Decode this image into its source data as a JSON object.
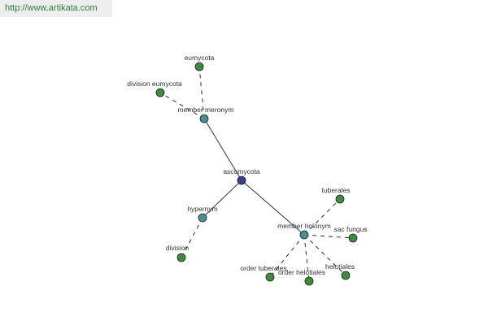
{
  "url_link": "http://www.artikata.com",
  "colors": {
    "center": "#3b3b8f",
    "relation": "#4a8f96",
    "leaf": "#3f8a3f",
    "edge": "#333333"
  },
  "nodes": [
    {
      "id": "ascomycota",
      "label": "ascomycota",
      "kind": "center"
    },
    {
      "id": "member-meronym",
      "label": "member meronym",
      "kind": "relation"
    },
    {
      "id": "hypernym",
      "label": "hypernym",
      "kind": "relation"
    },
    {
      "id": "member-holonym",
      "label": "member holonym",
      "kind": "relation"
    },
    {
      "id": "eumycota",
      "label": "eumycota",
      "kind": "leaf"
    },
    {
      "id": "division-eumycota",
      "label": "division eumycota",
      "kind": "leaf"
    },
    {
      "id": "division",
      "label": "division",
      "kind": "leaf"
    },
    {
      "id": "tuberales",
      "label": "tuberales",
      "kind": "leaf"
    },
    {
      "id": "sac-fungus",
      "label": "sac fungus",
      "kind": "leaf"
    },
    {
      "id": "order-tuberales",
      "label": "order tuberales",
      "kind": "leaf"
    },
    {
      "id": "order-helotiales",
      "label": "order helotiales",
      "kind": "leaf"
    },
    {
      "id": "helotiales",
      "label": "helotiales",
      "kind": "leaf"
    }
  ],
  "edges": [
    {
      "from": "ascomycota",
      "to": "member-meronym",
      "style": "solid"
    },
    {
      "from": "ascomycota",
      "to": "hypernym",
      "style": "solid"
    },
    {
      "from": "ascomycota",
      "to": "member-holonym",
      "style": "solid"
    },
    {
      "from": "member-meronym",
      "to": "eumycota",
      "style": "dashed"
    },
    {
      "from": "member-meronym",
      "to": "division-eumycota",
      "style": "dashed"
    },
    {
      "from": "hypernym",
      "to": "division",
      "style": "dashed"
    },
    {
      "from": "member-holonym",
      "to": "tuberales",
      "style": "dashed"
    },
    {
      "from": "member-holonym",
      "to": "sac-fungus",
      "style": "dashed"
    },
    {
      "from": "member-holonym",
      "to": "order-tuberales",
      "style": "dashed"
    },
    {
      "from": "member-holonym",
      "to": "order-helotiales",
      "style": "dashed"
    },
    {
      "from": "member-holonym",
      "to": "helotiales",
      "style": "dashed"
    }
  ]
}
